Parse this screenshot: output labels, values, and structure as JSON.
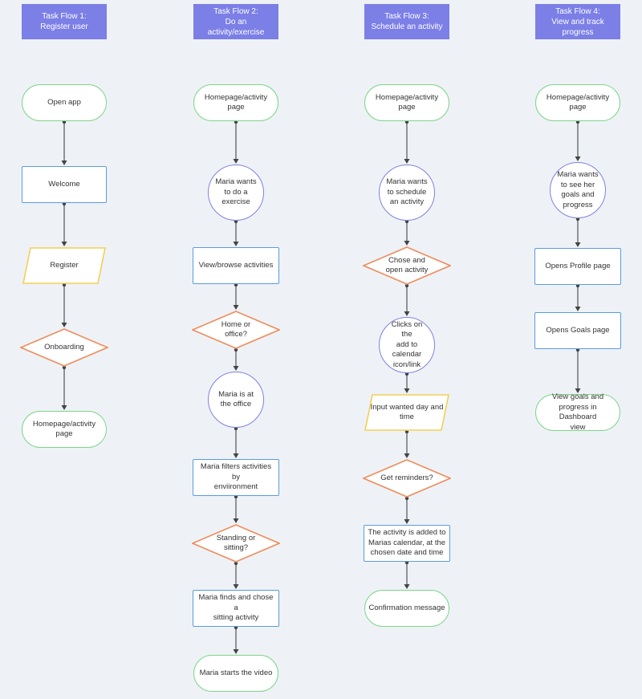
{
  "colors": {
    "background": "#eef2f6",
    "header": "#7b7fe6",
    "terminator": "#7dd58a",
    "process": "#5b9bde",
    "event": "#8080e0",
    "input": "#f3cf55",
    "decision": "#ef8c5c",
    "connector": "#444444"
  },
  "lanes": [
    {
      "title": "Task Flow 1:\nRegister user",
      "nodes": [
        {
          "type": "terminator",
          "label": "Open app"
        },
        {
          "type": "process",
          "label": "Welcome"
        },
        {
          "type": "input",
          "label": "Register"
        },
        {
          "type": "decision",
          "label": "Onboarding"
        },
        {
          "type": "terminator",
          "label": "Homepage/activity\npage"
        }
      ]
    },
    {
      "title": "Task Flow 2:\nDo an activity/exercise",
      "nodes": [
        {
          "type": "terminator",
          "label": "Homepage/activity\npage"
        },
        {
          "type": "event",
          "label": "Maria wants\nto do a\nexercise"
        },
        {
          "type": "process",
          "label": "View/browse activities"
        },
        {
          "type": "decision",
          "label": "Home or\noffice?"
        },
        {
          "type": "event",
          "label": "Maria is at\nthe office"
        },
        {
          "type": "process",
          "label": "Maria filters activities by\nenviironment"
        },
        {
          "type": "decision",
          "label": "Standing or\nsitting?"
        },
        {
          "type": "process",
          "label": "Maria finds and chose a\nsitting activity"
        },
        {
          "type": "terminator",
          "label": "Maria starts the video"
        }
      ]
    },
    {
      "title": "Task Flow 3:\nSchedule an activity",
      "nodes": [
        {
          "type": "terminator",
          "label": "Homepage/activity\npage"
        },
        {
          "type": "event",
          "label": "Maria wants\nto schedule\nan activity"
        },
        {
          "type": "decision",
          "label": "Chose and\nopen activity"
        },
        {
          "type": "event",
          "label": "Clicks on the\nadd to\ncalendar\nicon/link"
        },
        {
          "type": "input",
          "label": "Input wanted day and\ntime"
        },
        {
          "type": "decision",
          "label": "Get reminders?"
        },
        {
          "type": "process",
          "label": "The activity is added to\nMarias calendar, at the\nchosen date and time"
        },
        {
          "type": "terminator",
          "label": "Confirmation message"
        }
      ]
    },
    {
      "title": "Task Flow 4:\nView and track progress",
      "nodes": [
        {
          "type": "terminator",
          "label": "Homepage/activity\npage"
        },
        {
          "type": "event",
          "label": "Maria wants\nto see her\ngoals and\nprogress"
        },
        {
          "type": "process",
          "label": "Opens Profile page"
        },
        {
          "type": "process",
          "label": "Opens Goals page"
        },
        {
          "type": "terminator",
          "label": "View goals and\nprogress in Dashboard\nview"
        }
      ]
    }
  ]
}
